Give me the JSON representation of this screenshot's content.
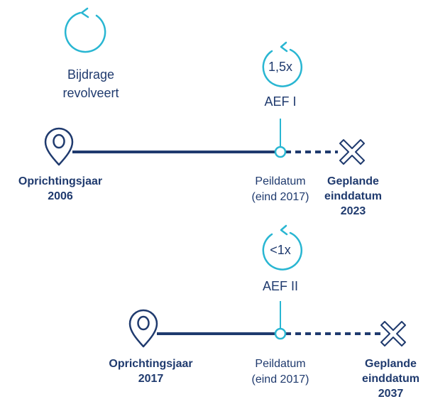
{
  "legend": {
    "line1": "Bijdrage",
    "line2": "revolveert"
  },
  "funds": [
    {
      "multiple": "1,5x",
      "name": "AEF I",
      "founding_line1": "Oprichtingsjaar",
      "founding_line2": "2006",
      "peil_line1": "Peildatum",
      "peil_line2": "(eind 2017)",
      "end_line1": "Geplande",
      "end_line2": "einddatum",
      "end_line3": "2023"
    },
    {
      "multiple": "<1x",
      "name": "AEF II",
      "founding_line1": "Oprichtingsjaar",
      "founding_line2": "2017",
      "peil_line1": "Peildatum",
      "peil_line2": "(eind 2017)",
      "end_line1": "Geplande",
      "end_line2": "einddatum",
      "end_line3": "2037"
    }
  ],
  "colors": {
    "navy": "#1f3a6e",
    "cyan": "#29b6d2",
    "text": "#1f3a6e"
  }
}
